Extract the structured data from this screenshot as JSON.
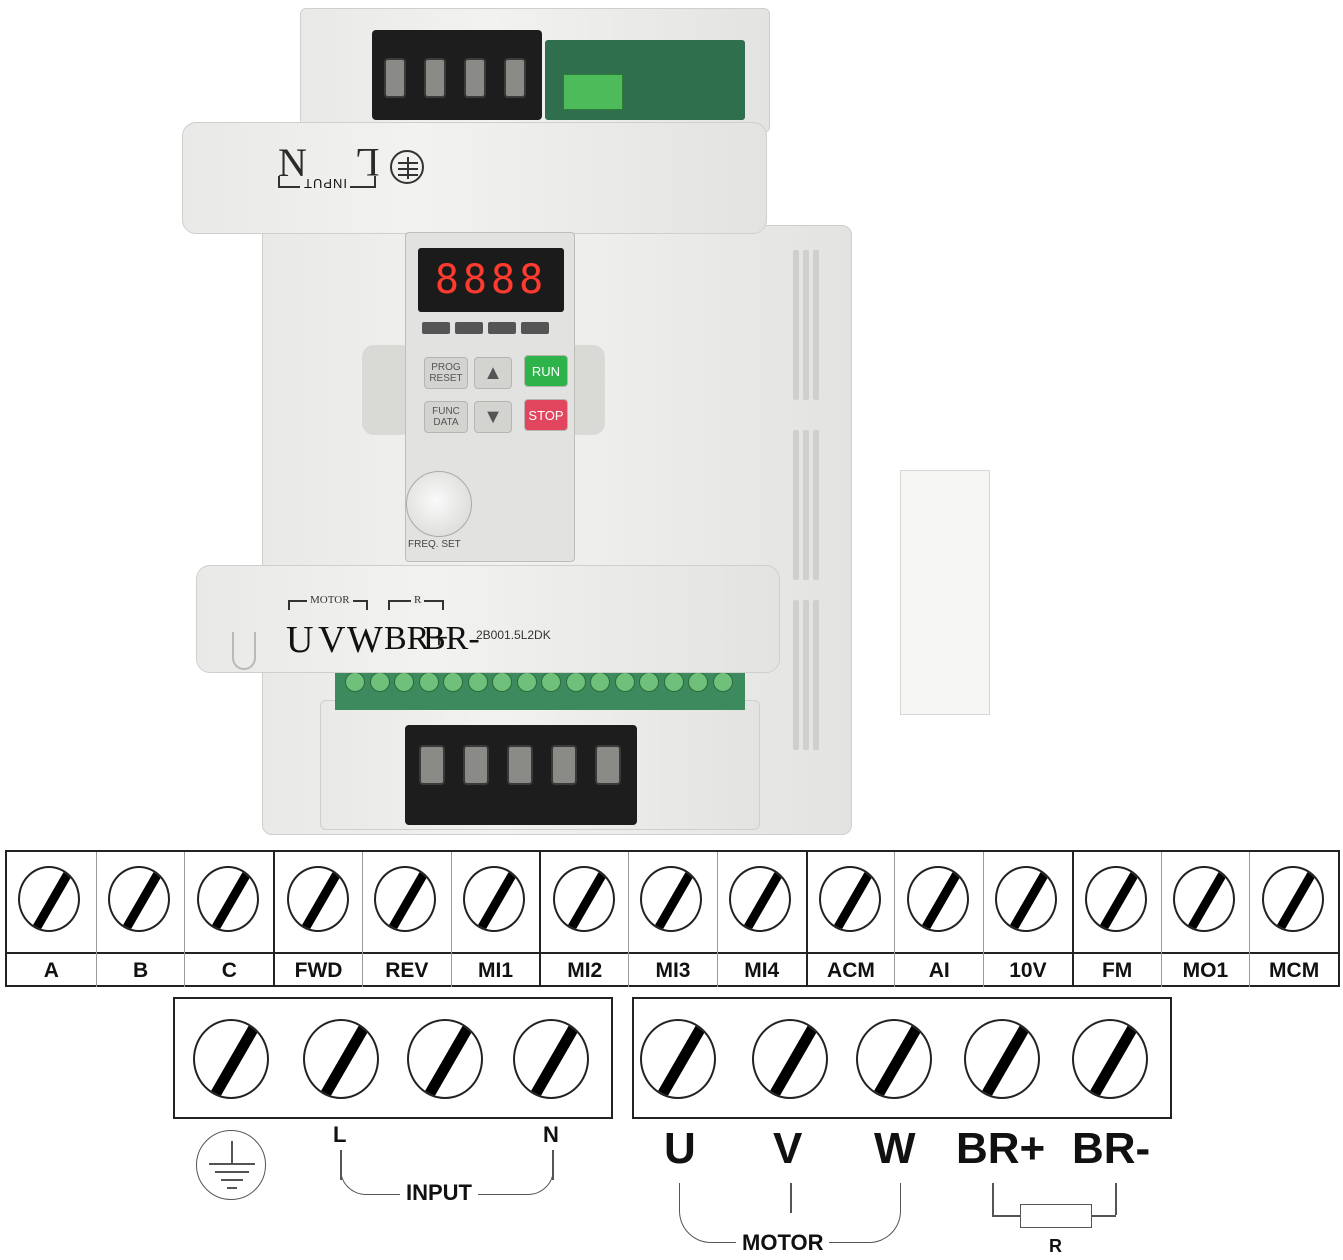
{
  "device": {
    "input_cover": {
      "n_label": "N",
      "l_label": "L",
      "input_label": "INPUT"
    },
    "display_value": "8888",
    "keys": {
      "prog_reset": "PROG RESET",
      "func_data": "FUNC DATA",
      "up": "▲",
      "down": "▼",
      "run": "RUN",
      "stop": "STOP"
    },
    "freq_set_label": "FREQ. SET",
    "motor_cover": {
      "motor_label": "MOTOR",
      "r_label": "R",
      "u": "U",
      "v": "V",
      "w": "W",
      "brp": "BR+",
      "brm": "BR-",
      "model": "2B001.5L2DK"
    }
  },
  "signal_terminals": [
    "A",
    "B",
    "C",
    "FWD",
    "REV",
    "MI1",
    "MI2",
    "MI3",
    "MI4",
    "ACM",
    "AI",
    "10V",
    "FM",
    "MO1",
    "MCM"
  ],
  "power_terminals": {
    "input": {
      "l": "L",
      "n": "N",
      "group_label": "INPUT"
    },
    "motor": {
      "u": "U",
      "v": "V",
      "w": "W",
      "brp": "BR+",
      "brm": "BR-",
      "group_label": "MOTOR",
      "resistor_label": "R"
    }
  }
}
